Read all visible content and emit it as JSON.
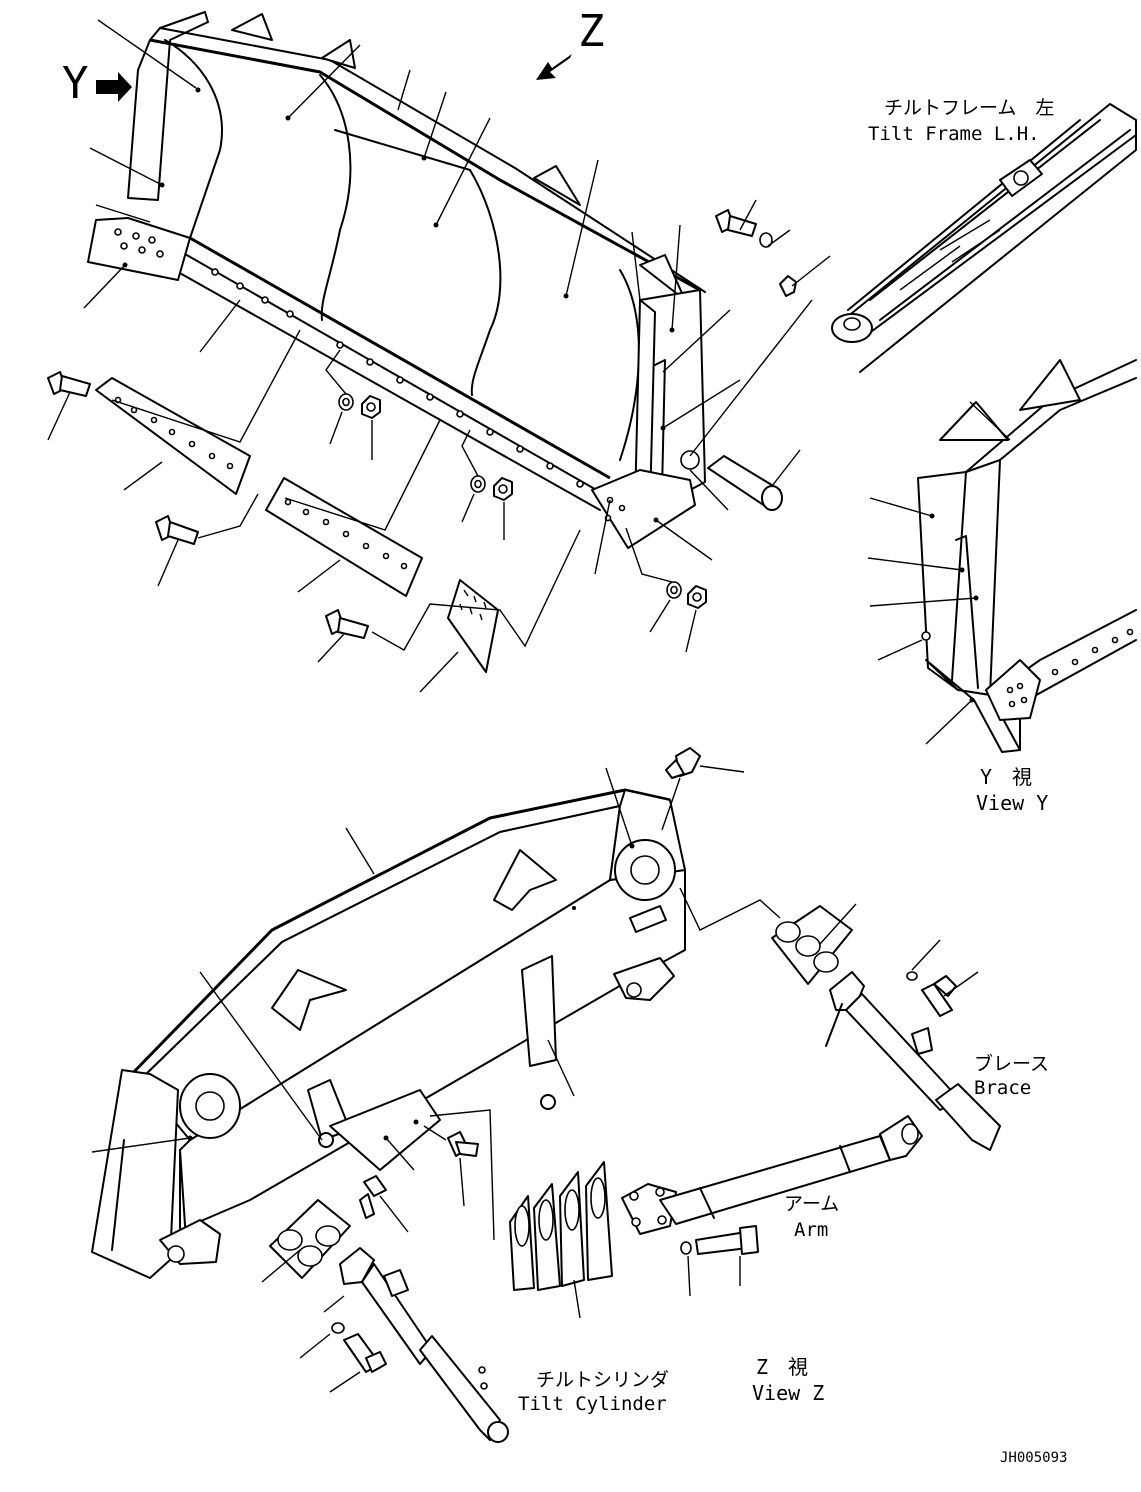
{
  "view_labels": {
    "y_marker": "Y",
    "z_marker": "Z",
    "view_y_jp": "Y　視",
    "view_y_en": "View Y",
    "view_z_jp": "Z　視",
    "view_z_en": "View Z"
  },
  "callouts": {
    "tilt_frame_jp": "チルトフレーム　左",
    "tilt_frame_en": "Tilt Frame L.H.",
    "brace_jp": "ブレース",
    "brace_en": "Brace",
    "arm_jp": "アーム",
    "arm_en": "Arm",
    "tilt_cylinder_jp": "チルトシリンダ",
    "tilt_cylinder_en": "Tilt Cylinder"
  },
  "drawing_id": "JH005093"
}
